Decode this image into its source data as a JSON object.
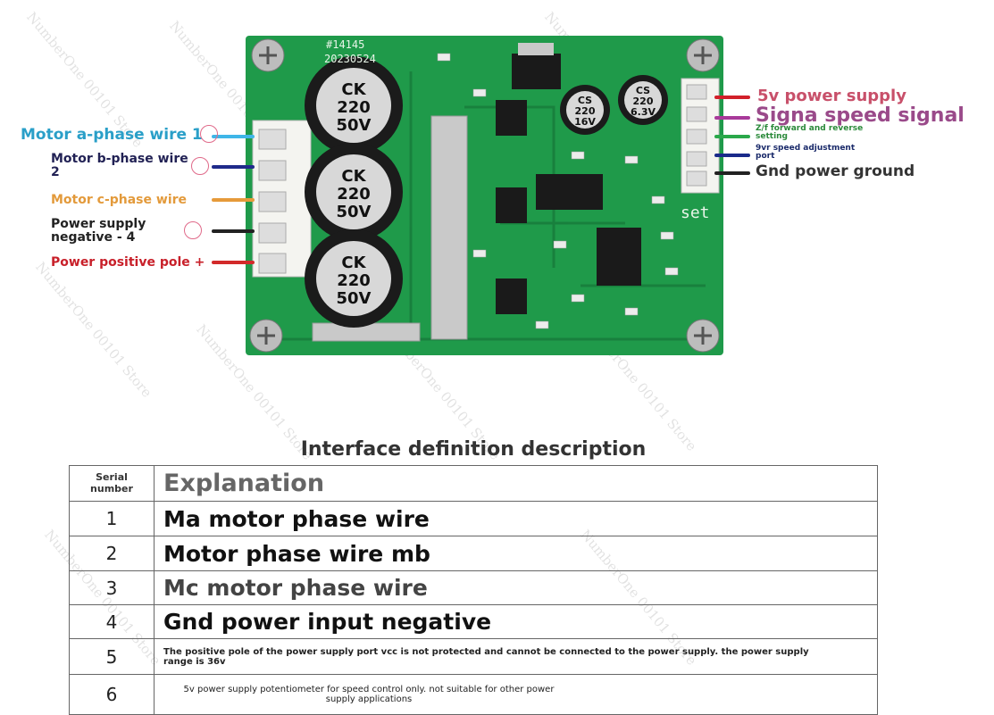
{
  "board": {
    "silk_id": "#14145",
    "silk_date": "20230524",
    "silk_set": "set",
    "caps_large": [
      "CK\n220\n50V",
      "CK\n220\n50V",
      "CK\n220\n50V"
    ],
    "caps_small": [
      "CS\n220\n16V",
      "CS\n220\n6.3V"
    ],
    "colors": {
      "pcb": "#1f9a4a",
      "pcb_dark": "#177a3a",
      "connector": "#f4f4f0",
      "cap": "#1b1b1b",
      "cap_top": "#cfcfcf",
      "chip": "#1a1a1a",
      "heatsink": "#c9c9c9"
    }
  },
  "left_labels": [
    {
      "text": "Motor a-phase wire 1",
      "color": "#2a9fc8",
      "wire": "#3fb6e8"
    },
    {
      "text": "Motor b-phase wire\n2",
      "color": "#222255",
      "wire": "#1f2a8a"
    },
    {
      "text": "Motor c-phase wire ",
      "color": "#e39a3b",
      "wire": "#e69a3a"
    },
    {
      "text": "Power supply\nnegative - 4",
      "color": "#222",
      "wire": "#222"
    },
    {
      "text": "Power positive pole +",
      "color": "#c8202a",
      "wire": "#d22a2a"
    }
  ],
  "right_labels": [
    {
      "text": "5v power supply",
      "color": "#c8506a",
      "wire": "#d2202a"
    },
    {
      "text": "Signa speed signal",
      "color": "#9a4a8a",
      "wire": "#a83a9a"
    },
    {
      "text": "Z/f forward and reverse\nsetting",
      "color": "#2a8a3a",
      "wire": "#2aa84a"
    },
    {
      "text": "9vr speed adjustment\nport",
      "color": "#1a2a6a",
      "wire": "#1a2a8a"
    },
    {
      "text": "Gnd power ground",
      "color": "#222",
      "wire": "#222"
    }
  ],
  "table": {
    "title": "Interface definition description",
    "header_num": "Serial\nnumber",
    "header_exp": "Explanation",
    "rows": [
      {
        "num": "1",
        "text": "Ma motor phase wire"
      },
      {
        "num": "2",
        "text": "Motor phase wire mb"
      },
      {
        "num": "3",
        "text": "Mc motor phase wire"
      },
      {
        "num": "4",
        "text": "Gnd power input negative"
      },
      {
        "num": "5",
        "text": "The positive pole of the power supply port vcc is not protected and cannot be connected to the power supply. the power supply range is 36v"
      },
      {
        "num": "6",
        "text": "5v power supply potentiometer for speed control only. not suitable for other power\nsupply applications"
      }
    ]
  },
  "watermark": "NumberOne 00101 Store"
}
